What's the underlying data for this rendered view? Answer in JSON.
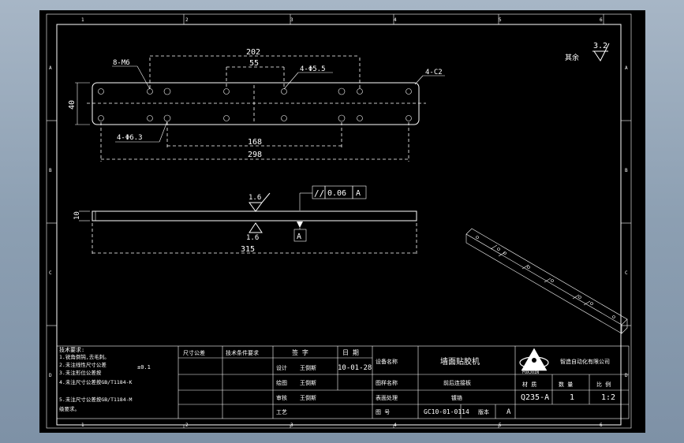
{
  "border_zones": {
    "columns": [
      "1",
      "2",
      "3",
      "4",
      "5",
      "6"
    ],
    "rows": [
      "A",
      "B",
      "C",
      "D"
    ]
  },
  "surface_finish_note": {
    "label": "其余",
    "value": "3.2"
  },
  "front_view": {
    "dims": {
      "overall_hole_span": "202",
      "inner_span": "55",
      "threaded_holes": "8-M6",
      "small_holes": "4-Φ5.5",
      "chamfer": "4-C2",
      "height": "40",
      "large_holes": "4-Φ6.3",
      "mid_span": "168",
      "overall_span": "298"
    }
  },
  "side_view": {
    "roughness_top": "1.6",
    "roughness_bottom": "1.6",
    "parallelism": {
      "symbol": "//",
      "tolerance": "0.06",
      "datum": "A"
    },
    "datum_label": "A",
    "thickness": "10",
    "length": "315"
  },
  "tech_requirements": {
    "title": "技术要求:",
    "lines": [
      "1.锐角倒钝,去毛刺。",
      "2.未注线性尺寸公差",
      "3.未注形位公差按",
      "4.未注尺寸公差按GB/T1184-K",
      "5.未注尺寸公差按GB/T1184-M",
      "级要求。"
    ],
    "tolerance_note": "±0.1"
  },
  "title_block": {
    "size_label": "尺寸公差",
    "tech_cond_label": "技术条件要求",
    "signature": "签 字",
    "date_label": "日 期",
    "design_label": "设计",
    "designer": "王倒斯",
    "date": "10-01-28",
    "drawn_label": "绘图",
    "drawer": "王倒斯",
    "check_label": "审核",
    "checker": "王倒斯",
    "process_label": "工艺",
    "equipment_label": "设备名称",
    "equipment_name": "墙面贴胶机",
    "part_label": "图样名称",
    "part_name": "前后连接板",
    "surface_label": "表面处理",
    "surface_treatment": "镀铬",
    "drawing_no_label": "图 号",
    "drawing_no": "GC10-01-0114",
    "version_label": "版本",
    "version": "A",
    "company": "智造自动化有限公司",
    "logo_text": "FOXJOIN",
    "material_label": "材 质",
    "material": "Q235-A",
    "quantity_label": "数 量",
    "quantity": "1",
    "scale_label": "比 例",
    "scale": "1:2"
  }
}
